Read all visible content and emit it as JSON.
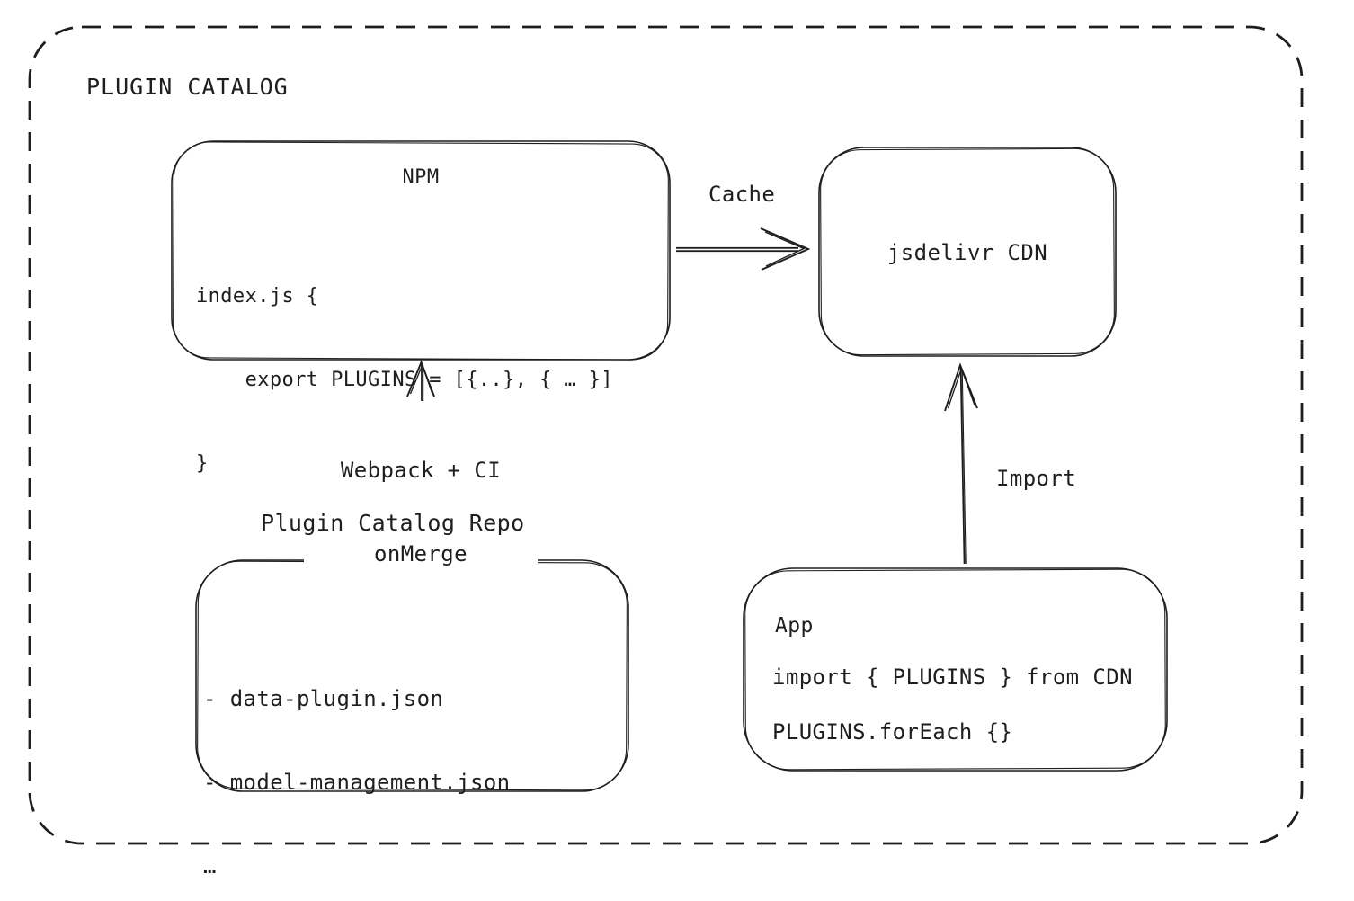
{
  "colors": {
    "stroke": "#1e1e1e",
    "background": "#ffffff"
  },
  "diagram": {
    "title": "PLUGIN CATALOG",
    "nodes": {
      "npm": {
        "title": "NPM",
        "code": [
          "index.js {",
          "    export PLUGINS = [{..}, { … }]",
          "}"
        ]
      },
      "cdn": {
        "label": "jsdelivr CDN"
      },
      "repo": {
        "title": "Plugin Catalog Repo",
        "files": [
          "- data-plugin.json",
          "- model-management.json",
          "…"
        ]
      },
      "app": {
        "title": "App",
        "code": [
          "import { PLUGINS } from CDN",
          "PLUGINS.forEach {}"
        ]
      }
    },
    "edges": {
      "cache": {
        "label": "Cache",
        "from": "npm",
        "to": "cdn"
      },
      "build": {
        "label_lines": [
          "Webpack + CI",
          "onMerge"
        ],
        "from": "repo",
        "to": "npm"
      },
      "import": {
        "label": "Import",
        "from": "app",
        "to": "cdn"
      }
    }
  }
}
